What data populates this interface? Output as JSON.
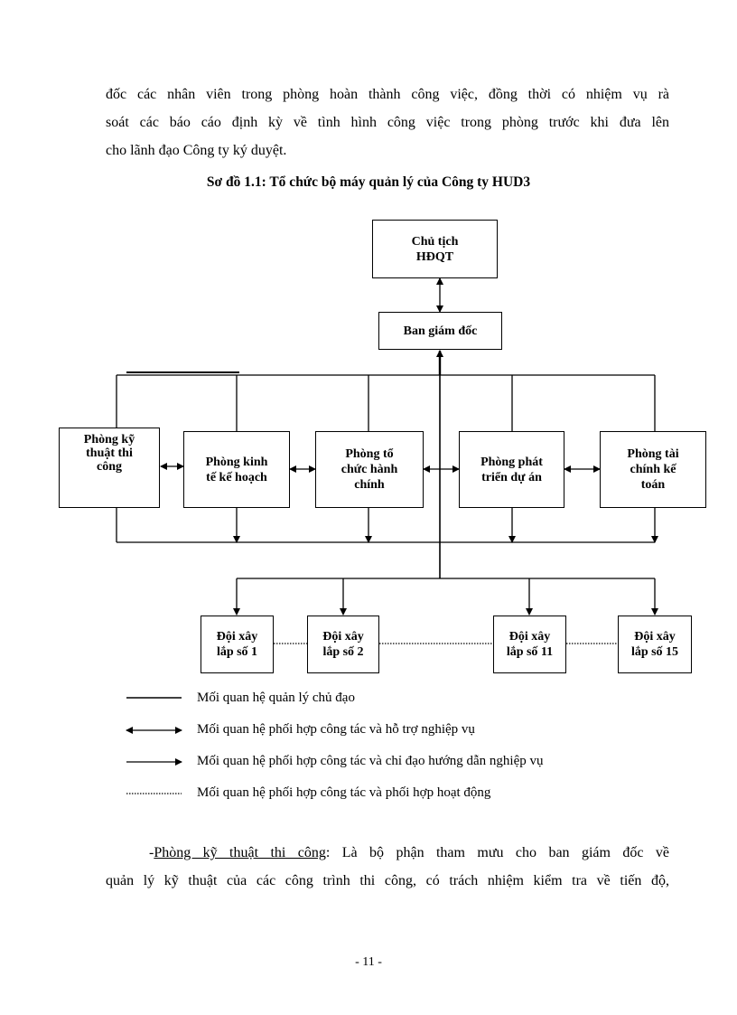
{
  "intro_lines": [
    "đốc các nhân viên trong phòng hoàn thành công việc, đồng thời có nhiệm vụ rà",
    "soát các báo cáo định kỳ về tình hình công việc trong phòng trước khi đưa lên",
    "cho lãnh đạo Công ty ký duyệt."
  ],
  "caption": "Sơ đồ 1.1: Tổ chức bộ máy quản lý của Công ty HUD3",
  "boxes": {
    "chairman": [
      "Chủ tịch",
      "HĐQT"
    ],
    "directors": [
      "Ban giám đốc"
    ],
    "technical": [
      "Phòng kỹ",
      "thuật thi",
      "công"
    ],
    "planning": [
      "Phòng kinh",
      "tế kế hoạch"
    ],
    "admin": [
      "Phòng tổ",
      "chức hành",
      "chính"
    ],
    "project": [
      "Phòng phát",
      "triển dự án"
    ],
    "finance": [
      "Phòng tài",
      "chính kế",
      "toán"
    ],
    "team1": [
      "Đội xây",
      "lắp số 1"
    ],
    "team2": [
      "Đội xây",
      "lắp số 2"
    ],
    "team11": [
      "Đội xây",
      "lắp số 11"
    ],
    "team15": [
      "Đội xây",
      "lắp số 15"
    ]
  },
  "legend": [
    "Mối quan hệ quản lý chủ đạo",
    "Mối quan hệ phối hợp công tác và hỗ trợ nghiệp vụ",
    "Mối quan hệ phối hợp công tác và chỉ đạo hướng dẫn nghiệp vụ",
    "Mối quan hệ phối hợp công tác và phối hợp hoạt động"
  ],
  "body_para": {
    "prefix": "-",
    "term": "Phòng kỹ thuật thi công",
    "rest": ": Là bộ phận tham mưu cho ban giám đốc về",
    "line2": "quản lý kỹ thuật của các công trình thi công, có trách nhiệm kiểm tra về tiến độ,"
  },
  "page_number": "- 11 -"
}
